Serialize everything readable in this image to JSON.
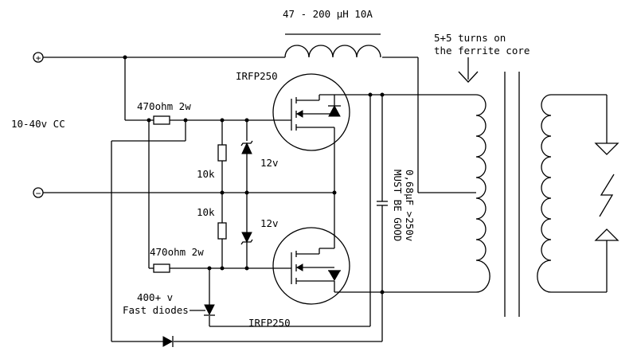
{
  "labels": {
    "inductor": "47 - 200 µH 10A",
    "turns_line1": "5+5 turns on",
    "turns_line2": "the ferrite core",
    "plus": "+",
    "minus": "−",
    "supply": "10-40v CC",
    "mosfet_top": "IRFP250",
    "mosfet_bottom": "IRFP250",
    "resistor_top": "470ohm 2w",
    "resistor_bottom": "470ohm 2w",
    "r10k_top": "10k",
    "r10k_bottom": "10k",
    "zener_top": "12v",
    "zener_bottom": "12v",
    "capacitor_line1": "0,68µF >250v",
    "capacitor_line2": "MUST BE GOOD",
    "diodes_line1": "400+ v",
    "diodes_line2": "Fast diodes"
  }
}
